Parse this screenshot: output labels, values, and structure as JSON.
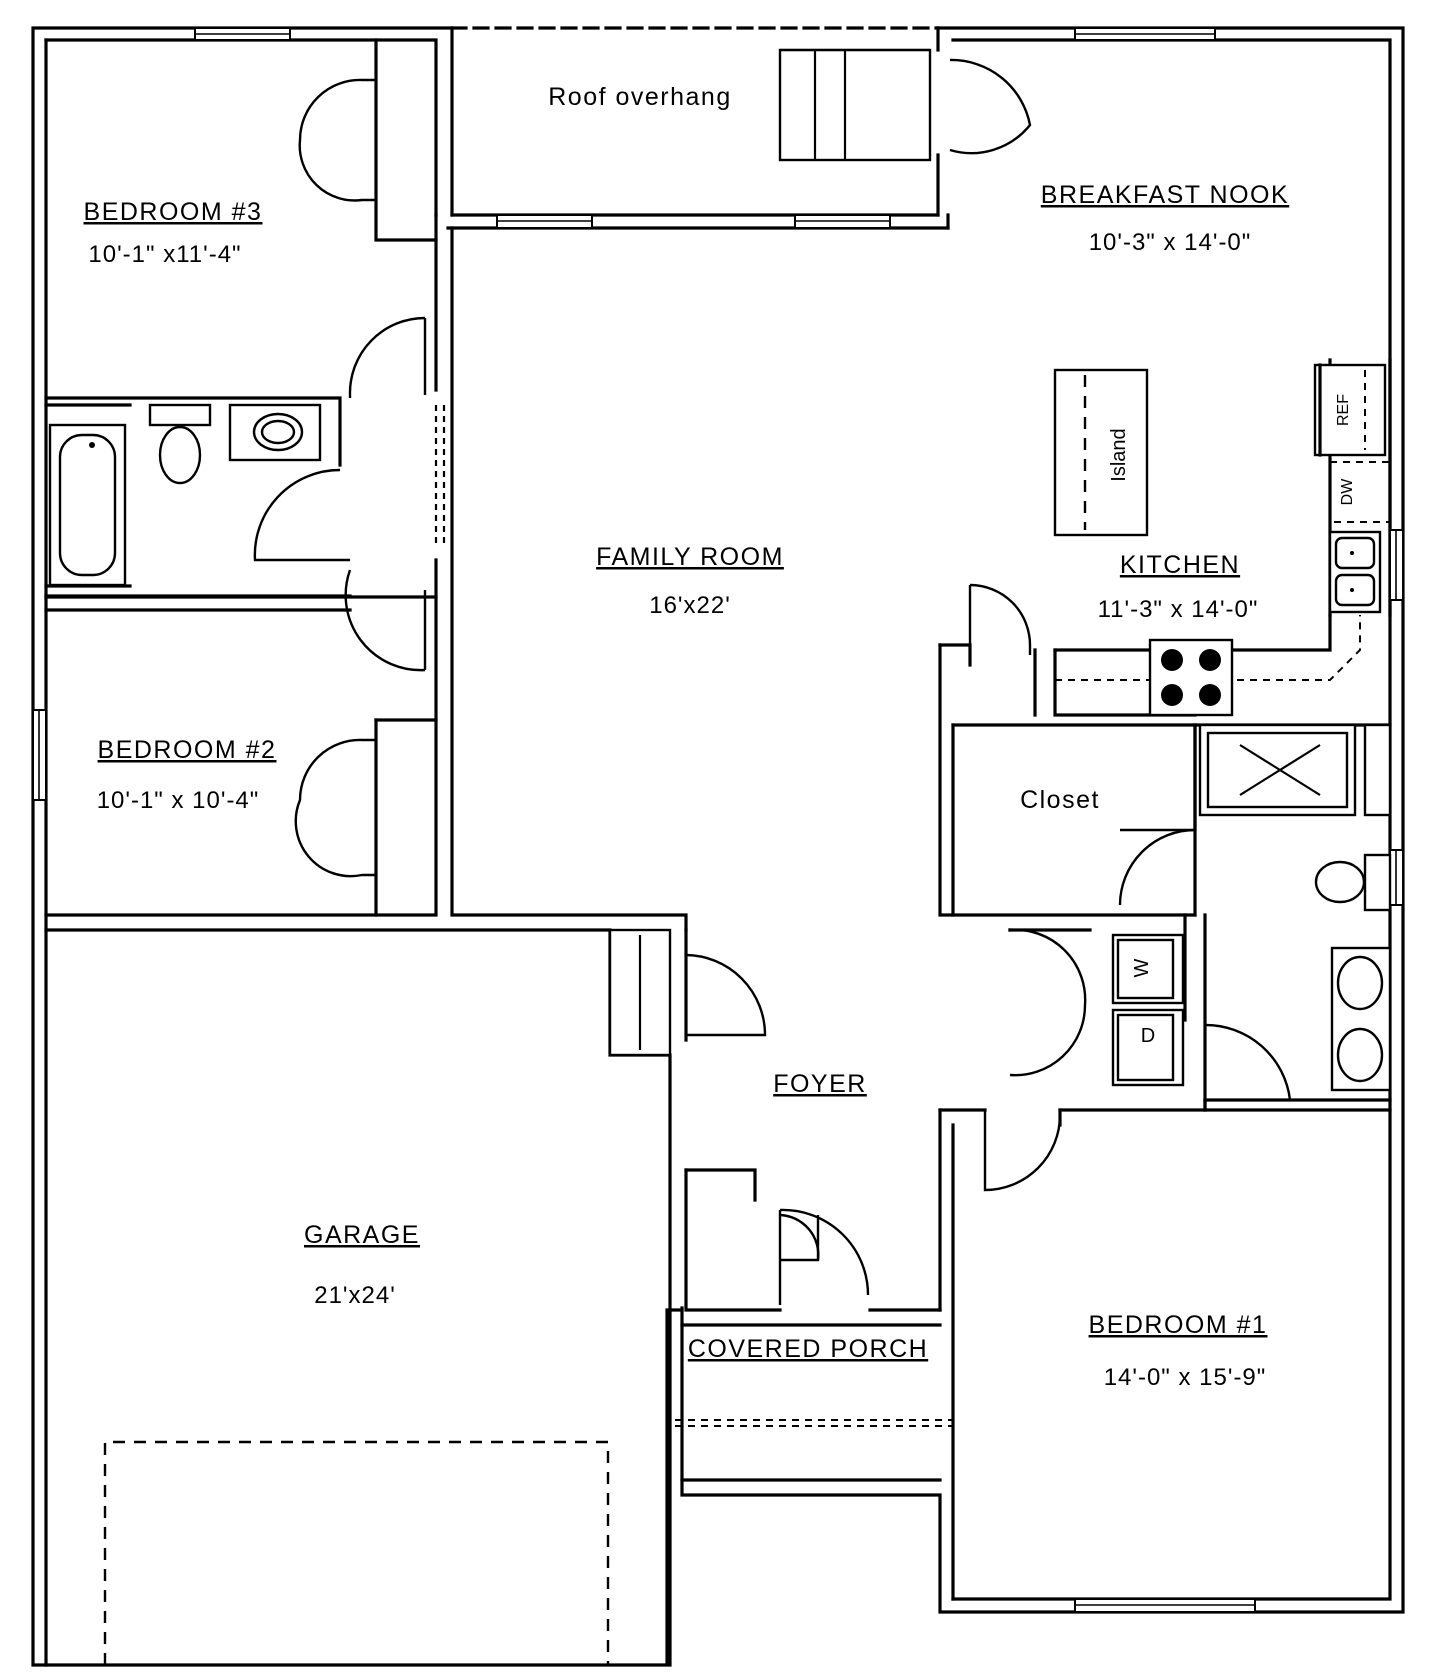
{
  "rooms": {
    "bedroom3": {
      "name": "BEDROOM #3",
      "size": "10'-1\" x11'-4\""
    },
    "bedroom2": {
      "name": "BEDROOM #2",
      "size": "10'-1\" x 10'-4\""
    },
    "bedroom1": {
      "name": "BEDROOM #1",
      "size": "14'-0\" x 15'-9\""
    },
    "family_room": {
      "name": "FAMILY ROOM",
      "size": "16'x22'"
    },
    "breakfast_nook": {
      "name": "BREAKFAST NOOK",
      "size": "10'-3\" x 14'-0\""
    },
    "kitchen": {
      "name": "KITCHEN",
      "size": "11'-3\" x 14'-0\""
    },
    "garage": {
      "name": "GARAGE",
      "size": "21'x24'"
    },
    "foyer": {
      "name": "FOYER"
    },
    "covered_porch": {
      "name": "COVERED PORCH"
    },
    "roof_overhang": {
      "name": "Roof overhang"
    },
    "closet": {
      "name": "Closet"
    }
  },
  "fixtures": {
    "island": "Island",
    "refrigerator": "REF",
    "dishwasher": "DW",
    "washer": "W",
    "dryer": "D"
  }
}
